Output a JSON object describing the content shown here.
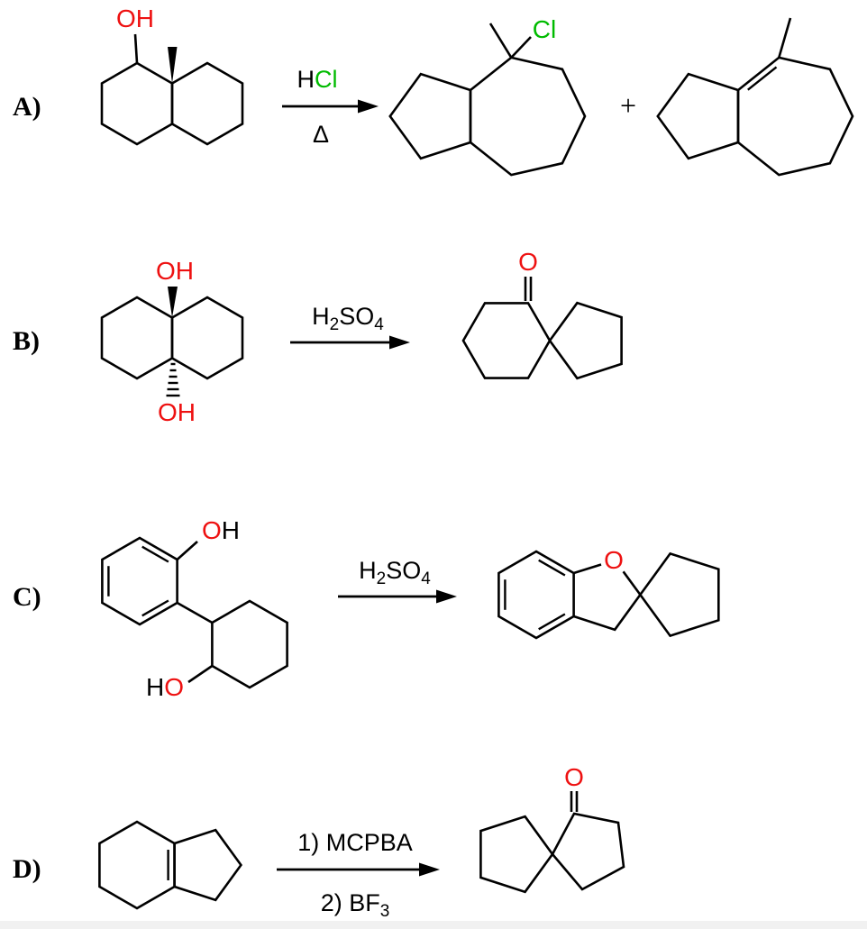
{
  "colors": {
    "bond": "#000000",
    "text": "#000000",
    "oxygen_red": "#ee1111",
    "chlorine_green": "#00bb00"
  },
  "reactions": {
    "a": {
      "label": "A)",
      "reactant": {
        "hydroxyl": "OH"
      },
      "conditions": {
        "h": "H",
        "cl": "Cl",
        "below": "Δ"
      },
      "product1": {
        "chloro": "Cl"
      },
      "plus": "+"
    },
    "b": {
      "label": "B)",
      "reactant": {
        "hydroxyl_top": "OH",
        "hydroxyl_bottom": "OH"
      },
      "conditions": {
        "h": "H",
        "sub2": "2",
        "so": "SO",
        "sub4": "4"
      },
      "product": {
        "carbonyl_o": "O"
      }
    },
    "c": {
      "label": "C)",
      "reactant": {
        "oh_o": "O",
        "oh_h": "H",
        "ho_h": "H",
        "ho_o": "O"
      },
      "conditions": {
        "h": "H",
        "sub2": "2",
        "so": "SO",
        "sub4": "4"
      },
      "product": {
        "ring_o": "O"
      }
    },
    "d": {
      "label": "D)",
      "conditions": {
        "step1": "1) MCPBA",
        "step2": "2) BF",
        "step2_sub": "3"
      },
      "product": {
        "carbonyl_o": "O"
      }
    }
  }
}
